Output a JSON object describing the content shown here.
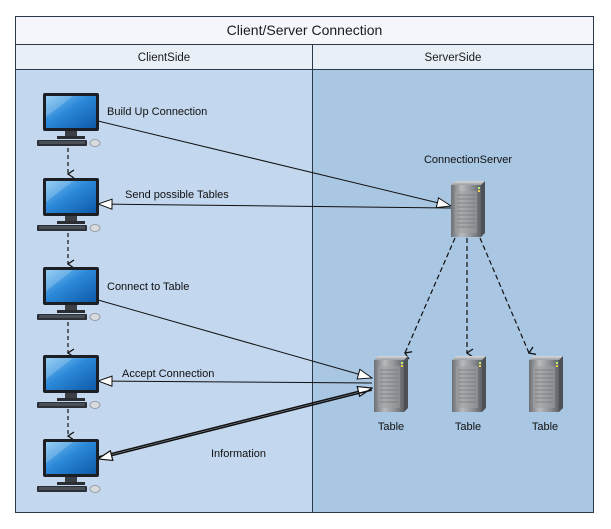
{
  "diagram": {
    "title": "Client/Server Connection",
    "lanes": {
      "client": "ClientSide",
      "server": "ServerSide"
    },
    "edge_labels": {
      "build_up": "Build Up Connection",
      "send_tables": "Send possible Tables",
      "connect_table": "Connect to Table",
      "accept": "Accept Connection",
      "information": "Information"
    },
    "server_labels": {
      "connection_server": "ConnectionServer",
      "table_1": "Table",
      "table_2": "Table",
      "table_3": "Table"
    }
  },
  "colors": {
    "border": "#2a3a4a",
    "header_bg": "#f4f6fb",
    "lane_header_bg": "#e9eff7",
    "client_lane_bg": "#c3d7ee",
    "server_lane_bg": "#a9c6e3",
    "monitor_screen": "#2b88d8",
    "server_body": "#8c8f93"
  },
  "icons": {
    "client": "desktop-computer-icon",
    "server": "server-tower-icon"
  }
}
